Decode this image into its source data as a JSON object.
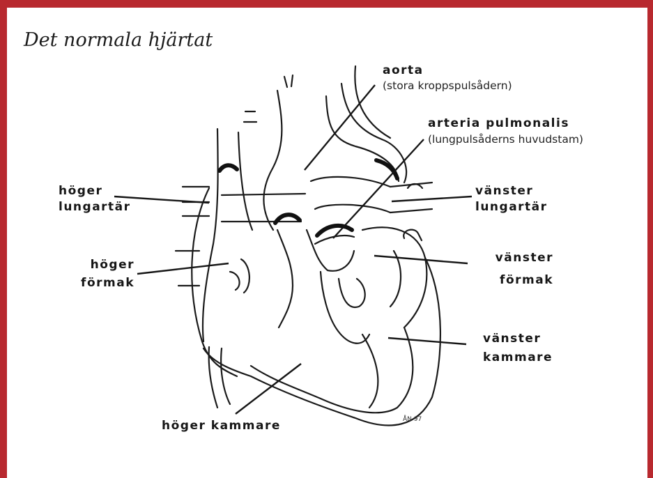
{
  "title": "Det normala hjärtat",
  "colors": {
    "frame": "#b8292f",
    "ink": "#161616"
  },
  "labels": {
    "aorta": "aorta",
    "aorta_sub": "(stora kroppspulsådern)",
    "pulmonalis": "arteria pulmonalis",
    "pulmonalis_sub": "(lungpulsåderns huvudstam)",
    "hoger_lungartar_1": "höger",
    "hoger_lungartar_2": "lungartär",
    "vanster_lungartar_1": "vänster",
    "vanster_lungartar_2": "lungartär",
    "hoger_formak_1": "höger",
    "hoger_formak_2": "förmak",
    "vanster_formak_1": "vänster",
    "vanster_formak_2": "förmak",
    "vanster_kammare_1": "vänster",
    "vanster_kammare_2": "kammare",
    "hoger_kammare": "höger kammare"
  },
  "signature": "ÅN 97"
}
